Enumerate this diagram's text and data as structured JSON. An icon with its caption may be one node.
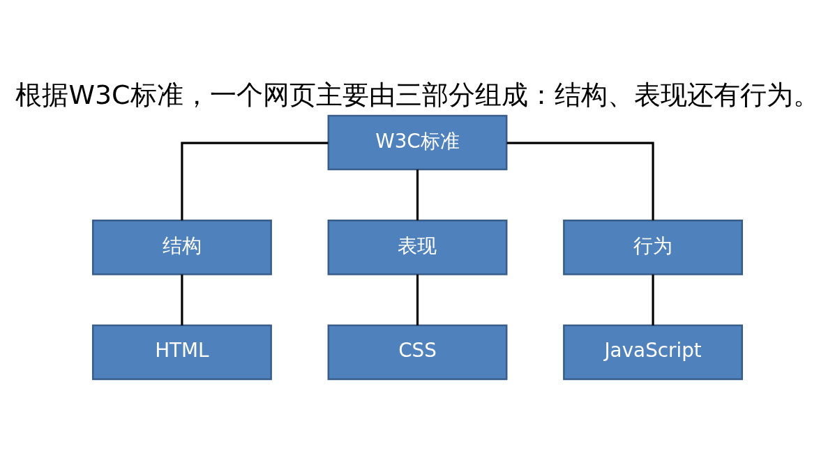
{
  "diagram": {
    "title": "根据W3C标准，一个网页主要由三部分组成：结构、表现还有行为。",
    "nodes": [
      {
        "text": [
          "W3C标准"
        ]
      },
      {
        "text": [
          "结构"
        ]
      },
      {
        "text": [
          "表现"
        ]
      },
      {
        "text": [
          "行为"
        ]
      },
      {
        "text": [
          "HTML"
        ]
      },
      {
        "text": [
          "CSS"
        ]
      },
      {
        "text": [
          "JavaScript"
        ]
      }
    ],
    "edges": [
      {
        "from": 0,
        "to": 1,
        "arrow": "none"
      },
      {
        "from": 0,
        "to": 2,
        "arrow": "none"
      },
      {
        "from": 0,
        "to": 3,
        "arrow": "none"
      },
      {
        "from": 1,
        "to": 4,
        "arrow": "none"
      },
      {
        "from": 2,
        "to": 5,
        "arrow": "none"
      },
      {
        "from": 3,
        "to": 6,
        "arrow": "none"
      }
    ]
  }
}
